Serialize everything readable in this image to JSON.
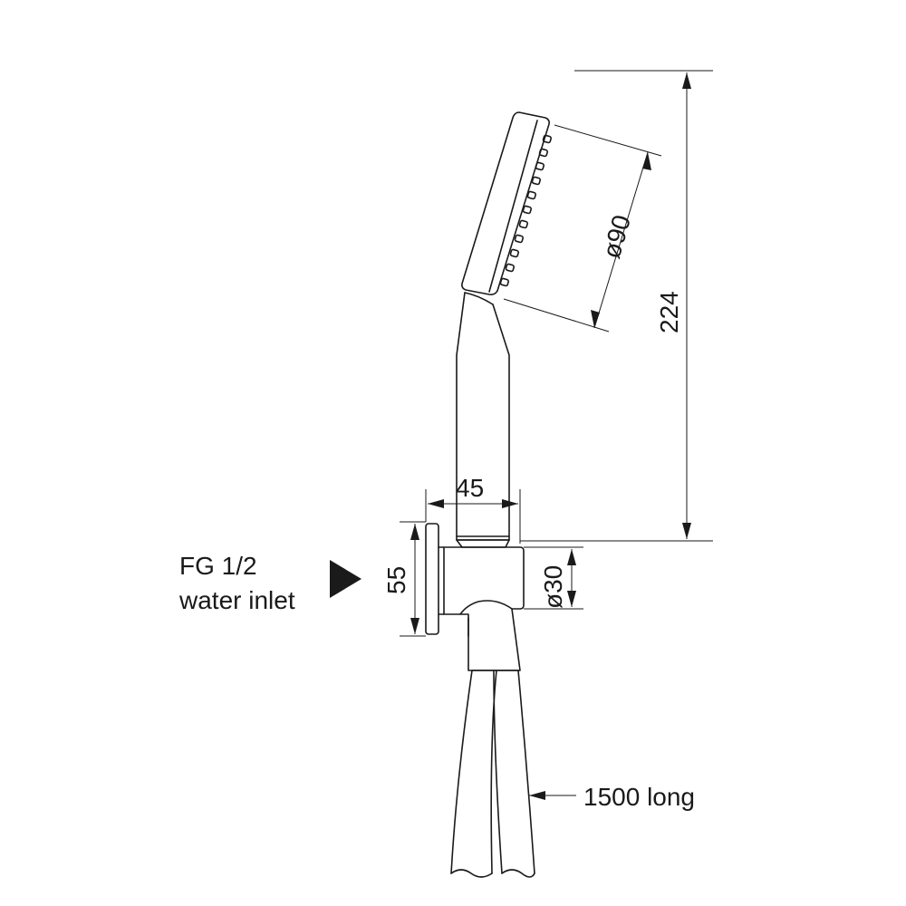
{
  "dimensions": {
    "head_diameter": "ø90",
    "overall_height": "224",
    "body_width": "45",
    "bracket_height": "55",
    "outlet_diameter": "ø30"
  },
  "labels": {
    "inlet_line1": "FG 1/2",
    "inlet_line2": "water inlet",
    "hose_length": "1500 long"
  },
  "colors": {
    "ink": "#1a1a1a",
    "background": "#ffffff"
  }
}
